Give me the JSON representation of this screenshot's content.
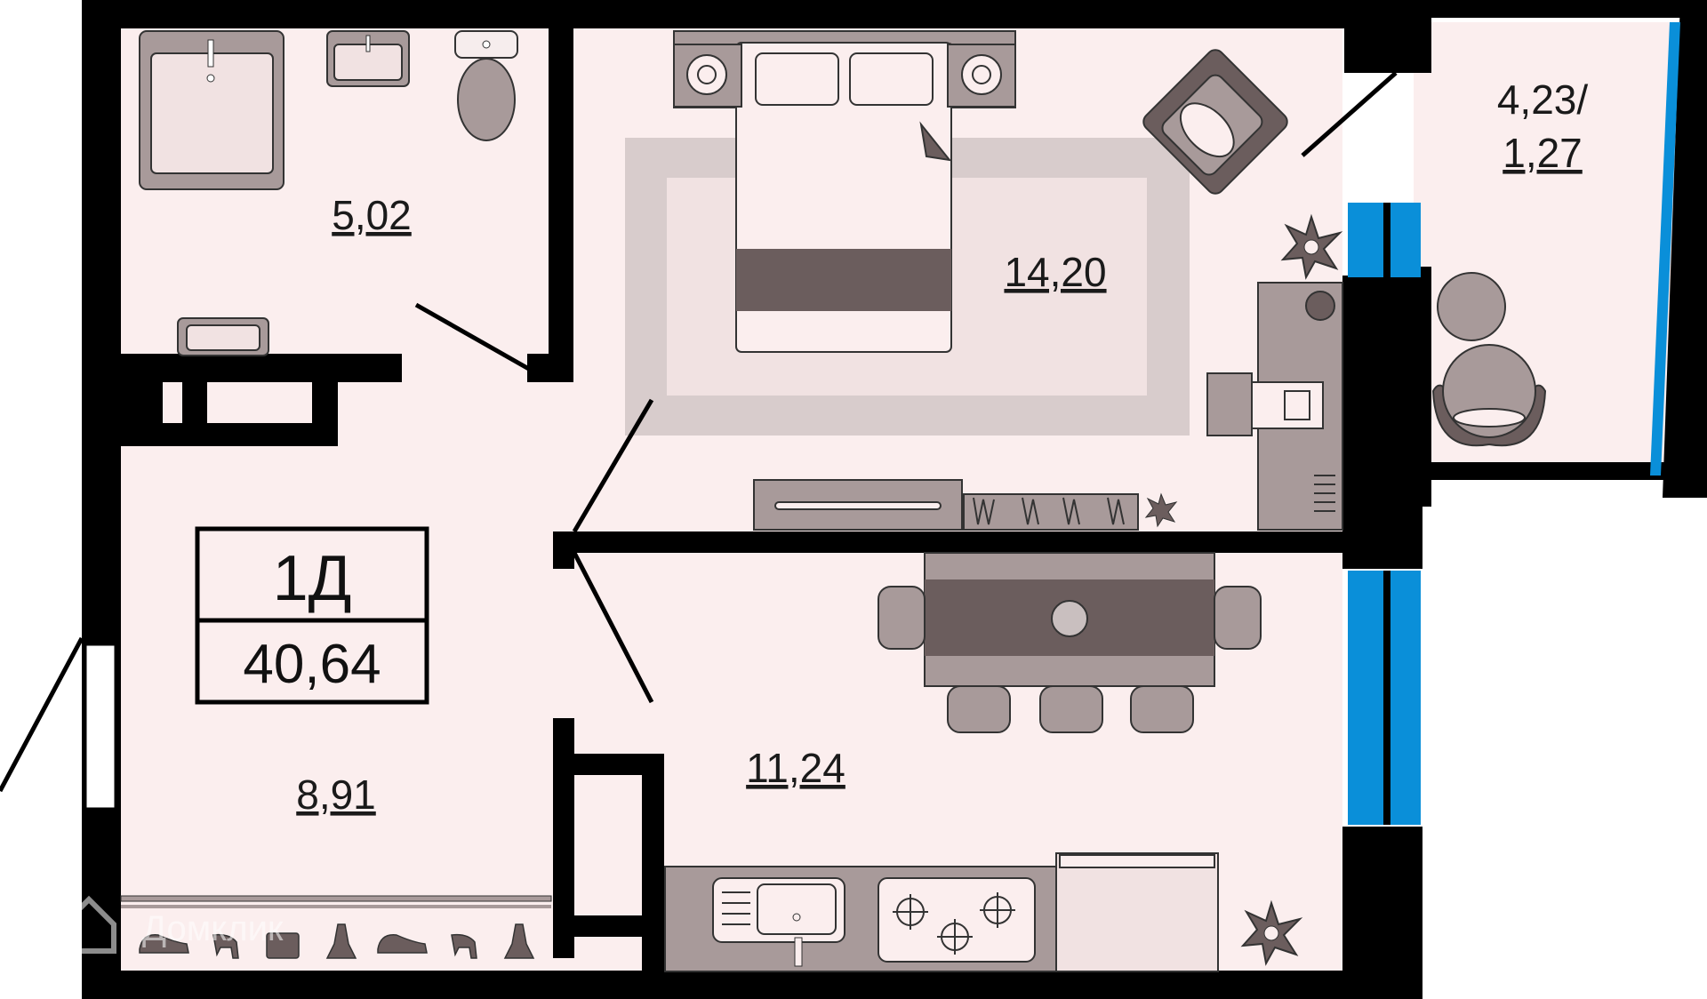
{
  "plan": {
    "apartment_type": "1Д",
    "total_area": "40,64",
    "rooms": {
      "bathroom": "5,02",
      "bedroom": "14,20",
      "balcony_line1": "4,23/",
      "balcony_line2": "1,27",
      "hallway": "8,91",
      "kitchen": "11,24"
    },
    "watermark": "Домклик"
  },
  "colors": {
    "floor": "#fbeeee",
    "wall": "#000000",
    "furniture_dark": "#6b5d5d",
    "furniture_mid": "#a89a9a",
    "furniture_light": "#c9bfbf",
    "rug_outer": "#d8cccc",
    "rug_inner": "#f1e2e2",
    "window_blue": "#0a8fd9"
  }
}
